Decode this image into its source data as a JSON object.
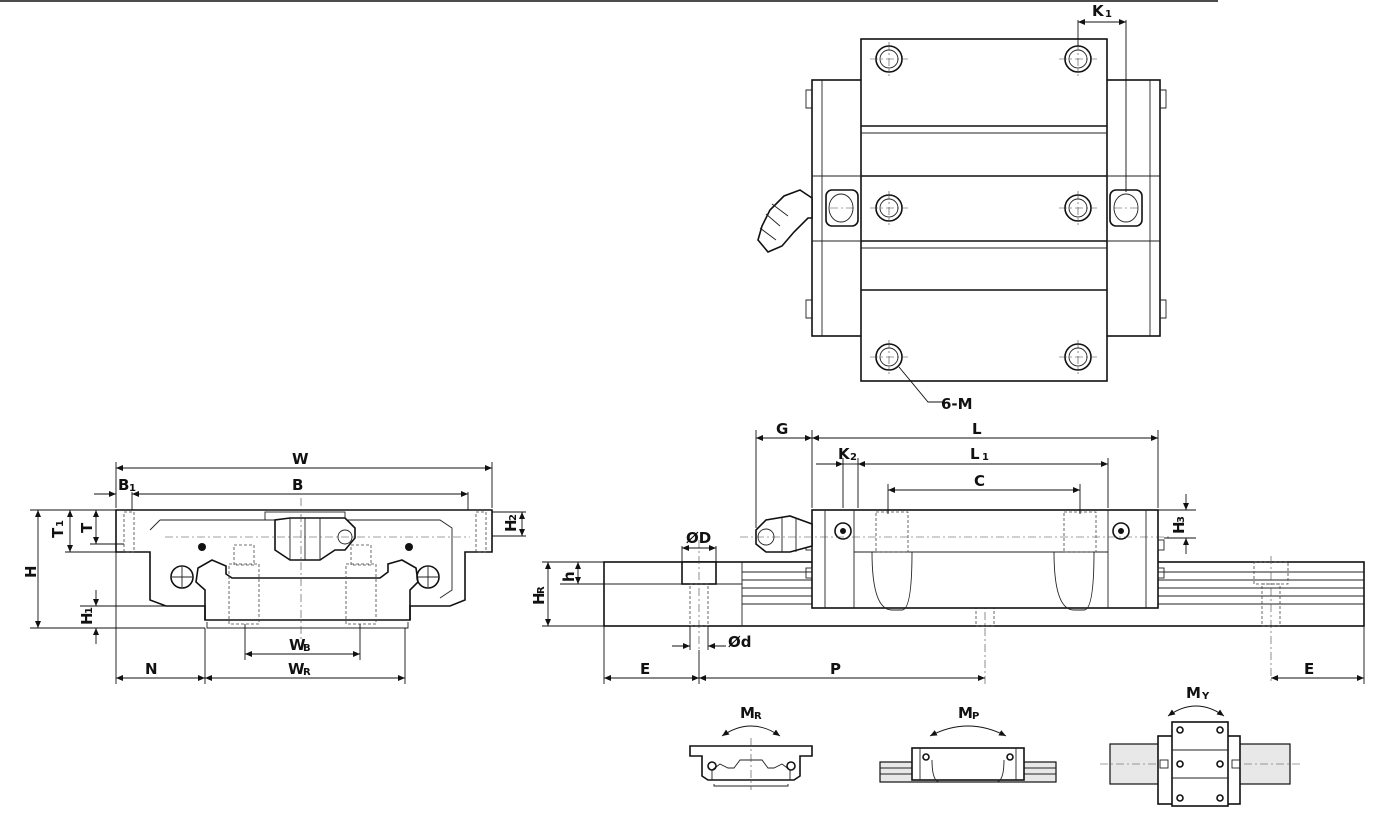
{
  "labels": {
    "K1": "K",
    "K1_sub": "1",
    "M6": "6-M",
    "G": "G",
    "L": "L",
    "K2": "K",
    "K2_sub": "2",
    "L1": "L",
    "L1_sub": "1",
    "C": "C",
    "H3": "H",
    "H3_sub": "3",
    "W": "W",
    "B1": "B",
    "B1_sub": "1",
    "B": "B",
    "T1": "T",
    "T1_sub": "1",
    "T": "T",
    "H2": "H",
    "H2_sub": "2",
    "H": "H",
    "H1": "H",
    "H1_sub": "1",
    "WB": "W",
    "WB_sub": "B",
    "N": "N",
    "WR": "W",
    "WR_sub": "R",
    "OD": "ØD",
    "h": "h",
    "HR": "H",
    "HR_sub": "R",
    "Od": "Ød",
    "E_left": "E",
    "P": "P",
    "E_right": "E",
    "MR": "M",
    "MR_sub": "R",
    "MP": "M",
    "MP_sub": "P",
    "MY": "M",
    "MY_sub": "Y"
  }
}
